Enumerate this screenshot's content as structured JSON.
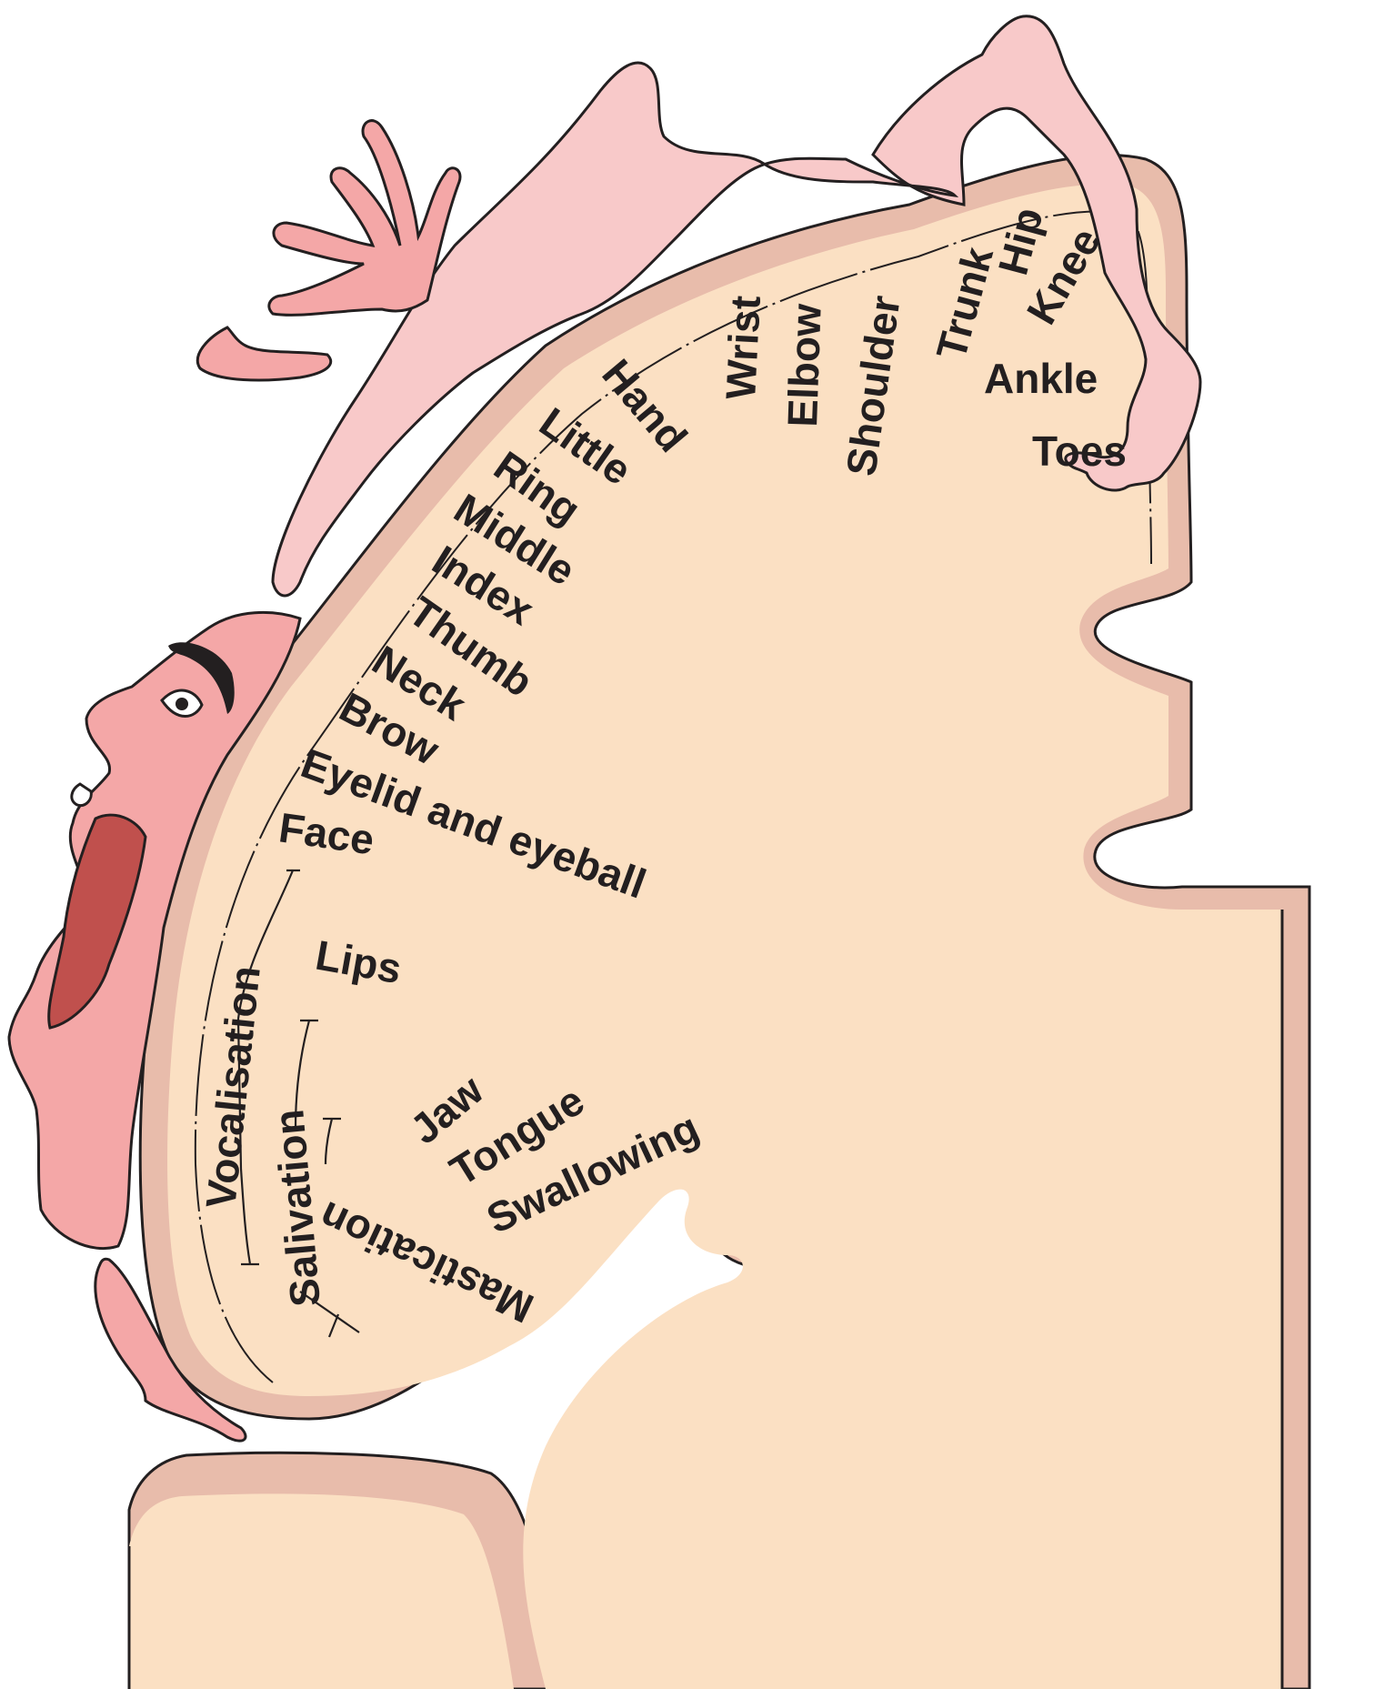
{
  "colors": {
    "white_matter": "#fbe0c3",
    "cortex": "#e8bcab",
    "body_fill": "#f4a7a7",
    "body_light": "#f8c9c9",
    "mouth": "#c0504d",
    "outline": "#231f20"
  },
  "labels": {
    "toes": "Toes",
    "ankle": "Ankle",
    "knee": "Knee",
    "hip": "Hip",
    "trunk": "Trunk",
    "shoulder": "Shoulder",
    "elbow": "Elbow",
    "wrist": "Wrist",
    "hand": "Hand",
    "little": "Little",
    "ring": "Ring",
    "middle": "Middle",
    "index": "Index",
    "thumb": "Thumb",
    "neck": "Neck",
    "brow": "Brow",
    "eyelid": "Eyelid and eyeball",
    "face": "Face",
    "lips": "Lips",
    "jaw": "Jaw",
    "tongue": "Tongue",
    "swallowing": "Swallowing",
    "mastication": "Mastication",
    "salivation": "Salivation",
    "vocalisation": "Vocalisation"
  }
}
